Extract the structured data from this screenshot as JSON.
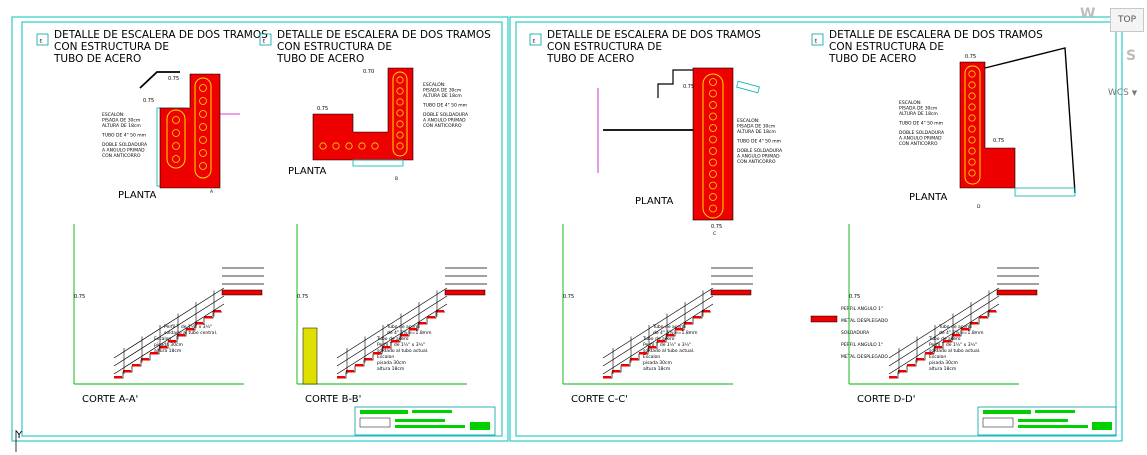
{
  "viewcube": {
    "top_label": "TOP",
    "west": "W",
    "south": "S",
    "wcs_label": "WCS"
  },
  "colors": {
    "frame": "#00c0c0",
    "stair": "#ee0000",
    "step_ring": "#ffe000",
    "hatch": "#e0e000",
    "guide": "#00b000",
    "purple": "#c000c0"
  },
  "sheets": [
    {
      "details": [
        {
          "badge": "E",
          "title": [
            "DETALLE DE ESCALERA DE DOS TRAMOS",
            "CON ESTRUCTURA DE",
            "TUBO DE ACERO"
          ],
          "plan_label": "PLANTA",
          "cut_label": "CORTE A-A'",
          "cut_mark": "A",
          "plan_notes": [
            "ESCALON:",
            "PISADA DE 30cm",
            "ALTURA DE 18cm",
            "TUBO DE 4\" 50 mm",
            "DOBLE SOLDADURA",
            "A ANGULO PRIMAD",
            "CON ANTICORRO"
          ],
          "dims": [
            "0.75",
            "0.75"
          ],
          "section_notes": [
            "Perfil T de 1½\" x 3¼\"",
            "soldado al tubo central.",
            "Escalon",
            "pisada 30cm",
            "altura 18cm"
          ]
        },
        {
          "badge": "E",
          "title": [
            "DETALLE DE ESCALERA DE DOS TRAMOS",
            "CON ESTRUCTURA DE",
            "TUBO DE ACERO"
          ],
          "plan_label": "PLANTA",
          "cut_label": "CORTE B-B'",
          "cut_mark": "B",
          "plan_notes": [
            "ESCALON:",
            "PISADA DE 30cm",
            "ALTURA DE 18cm",
            "TUBO DE 4\" 50 mm",
            "DOBLE SOLDADURA",
            "A ANGULO PRIMAD",
            "CON ANTICORRO"
          ],
          "dims": [
            "0.75",
            "0.70"
          ],
          "section_notes": [
            "Tubo de acero",
            "de 4\" 5% e=1.8mm",
            "Tubo de acero",
            "Perfil T de 1½\" x 3¼\"",
            "soldado al tubo actual.",
            "Escalon",
            "pisada 30cm",
            "altura 18cm"
          ]
        }
      ]
    },
    {
      "details": [
        {
          "badge": "E",
          "title": [
            "DETALLE DE ESCALERA DE DOS TRAMOS",
            "CON ESTRUCTURA DE",
            "TUBO DE ACERO"
          ],
          "plan_label": "PLANTA",
          "cut_label": "CORTE C-C'",
          "cut_mark": "C",
          "plan_notes": [
            "ESCALON:",
            "PISADA DE 30cm",
            "ALTURA DE 18cm",
            "TUBO DE 4\" 50 mm",
            "DOBLE SOLDADURA",
            "A ANGULO PRIMAD",
            "CON ANTICORRO"
          ],
          "dims": [
            "0.75",
            "0.75"
          ],
          "section_notes": [
            "Tubo de acero",
            "de 4\" 5% e=1.8mm",
            "Tubo de acero",
            "Perfil T de 1½\" x 3¼\"",
            "soldado al tubo actual.",
            "Escalon",
            "pisada 30cm",
            "altura 18cm"
          ],
          "aux_notes": [
            "PERFIL ANGULO 1\"",
            "METAL DESPLEGADO",
            "SOLDADURA",
            "PERFIL ANGULO 1\"",
            "METAL DESPLEGADO"
          ]
        },
        {
          "badge": "E",
          "title": [
            "DETALLE DE ESCALERA DE DOS TRAMOS",
            "CON ESTRUCTURA DE",
            "TUBO DE ACERO"
          ],
          "plan_label": "PLANTA",
          "cut_label": "CORTE D-D'",
          "cut_mark": "D",
          "plan_notes": [
            "ESCALON:",
            "PISADA DE 30cm",
            "ALTURA DE 18cm",
            "TUBO DE 4\" 50 mm",
            "DOBLE SOLDADURA",
            "A ANGULO PRIMAD",
            "CON ANTICORRO"
          ],
          "dims": [
            "0.75",
            "0.75"
          ],
          "section_notes": [
            "Tubo de acero",
            "de 4\" 5% e=1.8mm",
            "Tubo de acero",
            "Perfil T de 1½\" x 3¼\"",
            "soldado al tubo actual.",
            "Escalon",
            "pisada 30cm",
            "altura 18cm"
          ]
        }
      ]
    }
  ],
  "ucs": {
    "y_label": "Y"
  }
}
